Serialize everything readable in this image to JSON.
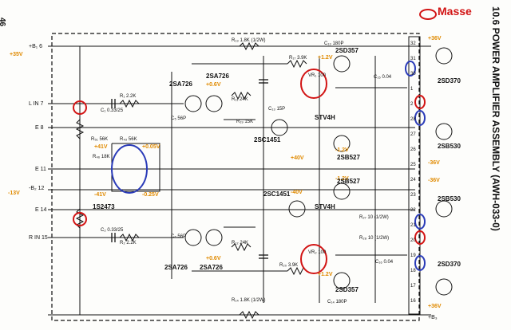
{
  "page_number": "46",
  "title": "10.6  POWER AMPLIFIER ASSEMBLY (AWH-033-0)",
  "legend": {
    "label": "Masse",
    "color": "#d21414"
  },
  "colors": {
    "annotation_red": "#d21414",
    "annotation_blue": "#2a3bb8",
    "voltage_orange": "#e08a00",
    "ink": "#111111"
  },
  "voltage_labels": [
    {
      "id": "v1",
      "text": "+35V"
    },
    {
      "id": "v2",
      "text": "-13V"
    },
    {
      "id": "v3",
      "text": "+0.6V"
    },
    {
      "id": "v4",
      "text": "+1.2V"
    },
    {
      "id": "v5",
      "text": "-1.2V"
    },
    {
      "id": "v6",
      "text": "+41V"
    },
    {
      "id": "v7",
      "text": "-41V"
    },
    {
      "id": "v8",
      "text": "+0.05V"
    },
    {
      "id": "v9",
      "text": "-0.25V"
    },
    {
      "id": "v10",
      "text": "+40V"
    },
    {
      "id": "v11",
      "text": "-40V"
    },
    {
      "id": "v12",
      "text": "+0.6V"
    },
    {
      "id": "v13",
      "text": "+1.2V"
    },
    {
      "id": "v14",
      "text": "-1.2V"
    },
    {
      "id": "v15",
      "text": "+36V"
    },
    {
      "id": "v16",
      "text": "-36V"
    },
    {
      "id": "v17",
      "text": "-36V"
    },
    {
      "id": "v18",
      "text": "+36V"
    }
  ],
  "terminals": [
    {
      "id": "t1",
      "text": "+B₁ 6"
    },
    {
      "id": "t2",
      "text": "L IN 7"
    },
    {
      "id": "t3",
      "text": "E 8"
    },
    {
      "id": "t4",
      "text": "E 11"
    },
    {
      "id": "t5",
      "text": "-B₂ 12"
    },
    {
      "id": "t6",
      "text": "E 14"
    },
    {
      "id": "t7",
      "text": "R IN 15"
    },
    {
      "id": "t8",
      "text": "+B₃"
    }
  ],
  "components": [
    {
      "id": "c1",
      "text": "2SA726"
    },
    {
      "id": "c2",
      "text": "2SA726"
    },
    {
      "id": "c3",
      "text": "2SC1451"
    },
    {
      "id": "c4",
      "text": "STV4H"
    },
    {
      "id": "c5",
      "text": "2SD357"
    },
    {
      "id": "c6",
      "text": "2SB527"
    },
    {
      "id": "c7",
      "text": "2SD370"
    },
    {
      "id": "c8",
      "text": "2SB530"
    },
    {
      "id": "c9",
      "text": "1S2473"
    },
    {
      "id": "c10",
      "text": "2SC1451"
    },
    {
      "id": "c11",
      "text": "STV4H"
    },
    {
      "id": "c12",
      "text": "2SB527"
    },
    {
      "id": "c13",
      "text": "2SB530"
    },
    {
      "id": "c14",
      "text": "2SA726"
    },
    {
      "id": "c15",
      "text": "2SA726"
    },
    {
      "id": "c16",
      "text": "2SD357"
    },
    {
      "id": "c17",
      "text": "2SD370"
    }
  ],
  "small_labels": [
    {
      "id": "s1",
      "text": "R₁₃ 1.8K (1/2W)"
    },
    {
      "id": "s2",
      "text": "R₁₇ 3.9K"
    },
    {
      "id": "s3",
      "text": "C₁ 0.33/25"
    },
    {
      "id": "s4",
      "text": "R₁ 2.2K"
    },
    {
      "id": "s5",
      "text": "C₅ 56P"
    },
    {
      "id": "s6",
      "text": "R₁₁ 24K"
    },
    {
      "id": "s7",
      "text": "R₁₉ 15K"
    },
    {
      "id": "s8",
      "text": "C₁₃ 15P"
    },
    {
      "id": "s9",
      "text": "C₁₃ 180P"
    },
    {
      "id": "s10",
      "text": "C₁₅ 0.04"
    },
    {
      "id": "s11",
      "text": "VR₁ 100"
    },
    {
      "id": "s12",
      "text": "R₅₁ 56K"
    },
    {
      "id": "s13",
      "text": "R₄₃ 56K"
    },
    {
      "id": "s14",
      "text": "R₄₆ 18K"
    },
    {
      "id": "s15",
      "text": "C₂ 0.33/25"
    },
    {
      "id": "s16",
      "text": "R₂ 2.2K"
    },
    {
      "id": "s17",
      "text": "C₆ 56P"
    },
    {
      "id": "s18",
      "text": "R₁₂ 24K"
    },
    {
      "id": "s19",
      "text": "R₂₀ 3.9K"
    },
    {
      "id": "s20",
      "text": "R₁₄ 1.8K (1/2W)"
    },
    {
      "id": "s21",
      "text": "C₁₄ 180P"
    },
    {
      "id": "s22",
      "text": "VR₂ 100"
    },
    {
      "id": "s23",
      "text": "R₂₈ 10 (1/2W)"
    },
    {
      "id": "s24",
      "text": "R₂₇ 10 (1/2W)"
    },
    {
      "id": "s25",
      "text": "C₁₆ 0.04"
    }
  ],
  "pins": [
    "32",
    "31",
    "30",
    "1",
    "2",
    "28",
    "27",
    "26",
    "25",
    "24",
    "23",
    "22",
    "21",
    "20",
    "19",
    "18",
    "17",
    "16"
  ]
}
